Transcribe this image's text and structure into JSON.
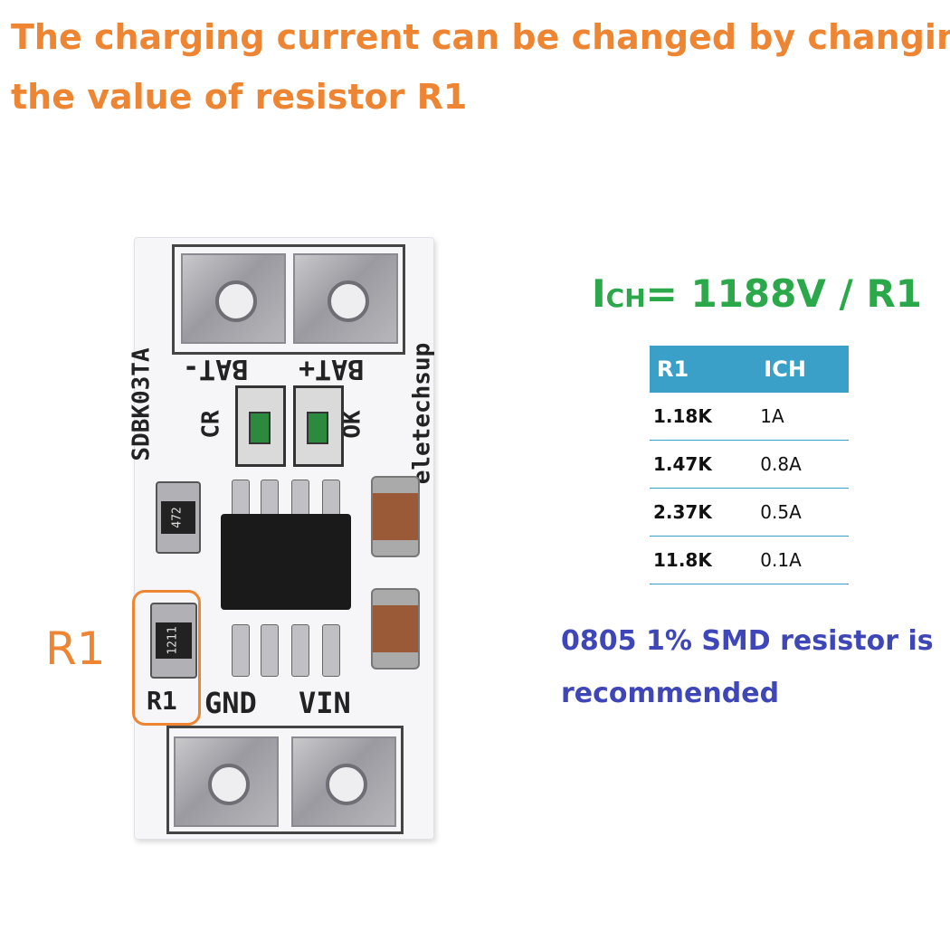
{
  "title": {
    "line1": "The charging current can be changed by changing",
    "line2": "the value of resistor R1"
  },
  "board": {
    "model": "SDBK03TA",
    "brand": "eletechsup",
    "bat_minus": "BAT-",
    "bat_plus": "BAT+",
    "cr": "CR",
    "ok": "OK",
    "gnd": "GND",
    "vin": "VIN",
    "r1_silk": "R1",
    "resistor_472": "472",
    "resistor_1211": "1211"
  },
  "callout": {
    "label": "R1"
  },
  "formula": {
    "lhs": "I",
    "lhs_sub": "CH",
    "eq": "=",
    "numerator": "1188V",
    "divider": "/ R1"
  },
  "table": {
    "headers": [
      "R1",
      "ICH"
    ],
    "rows": [
      [
        "1.18K",
        "1A"
      ],
      [
        "1.47K",
        "0.8A"
      ],
      [
        "2.37K",
        "0.5A"
      ],
      [
        "11.8K",
        "0.1A"
      ]
    ]
  },
  "note": {
    "line1": "0805 1% SMD resistor is",
    "line2": "recommended"
  },
  "colors": {
    "title": "#ee8533",
    "formula": "#2aa84a",
    "table_header": "#3aa0c8",
    "note": "#3f47b8"
  }
}
